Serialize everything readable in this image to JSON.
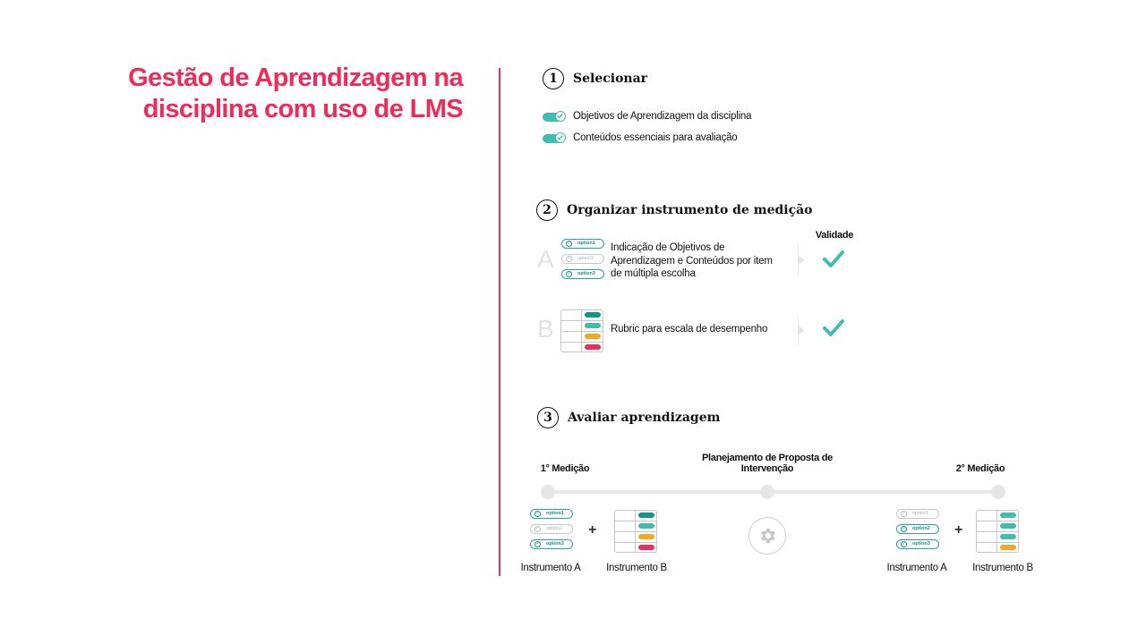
{
  "title": {
    "line1": "Gestão de Aprendizagem na",
    "line2": "disciplina com uso de LMS"
  },
  "step1": {
    "number": "1",
    "title": "Selecionar",
    "items": [
      "Objetivos de Aprendizagem da disciplina",
      "Conteúdos essenciais para avaliação"
    ]
  },
  "step2": {
    "number": "2",
    "title": "Organizar instrumento de medição",
    "validity_header": "Validade",
    "rows": [
      {
        "letter": "A",
        "text": "Indicação de Objetivos de Aprendizagem e Conteúdos por item de múltipla escolha"
      },
      {
        "letter": "B",
        "text": "Rubric para escala de desempenho"
      }
    ]
  },
  "options": [
    "option1",
    "option2",
    "option3"
  ],
  "step3": {
    "number": "3",
    "title": "Avaliar aprendizagem",
    "milestones": [
      "1° Medição",
      "Planejamento de Proposta de Intervenção",
      "2° Medição"
    ],
    "instrument_a": "Instrumento A",
    "instrument_b": "Instrumento B",
    "plus": "+"
  },
  "colors": {
    "accent": "#ee2b5b",
    "teal": "#3fbdaf",
    "teal_dark": "#11958a",
    "orange": "#f5a623",
    "pink": "#e8305e",
    "gray": "#e6e6e6"
  },
  "icons": {
    "toggle": "toggle-on-icon",
    "check": "checkmark-icon",
    "gear": "gear-icon",
    "rubric": "rubric-table-icon"
  }
}
